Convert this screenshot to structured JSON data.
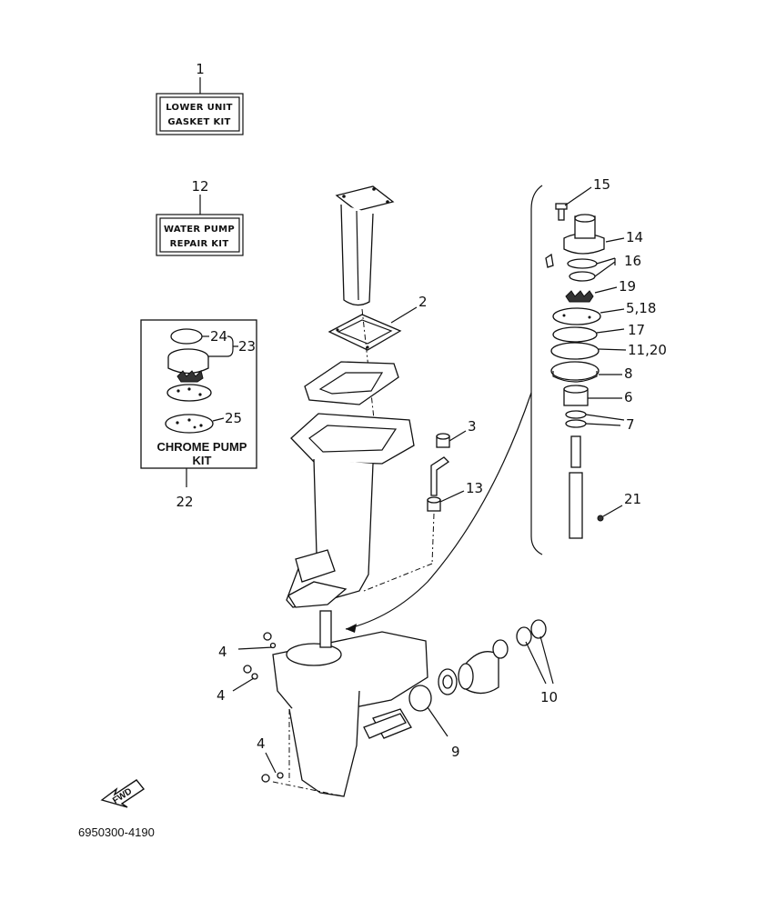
{
  "kits": {
    "lower_unit": {
      "number": "1",
      "line1": "LOWER UNIT",
      "line2": "GASKET KIT"
    },
    "water_pump": {
      "number": "12",
      "line1": "WATER PUMP",
      "line2": "REPAIR KIT"
    },
    "chrome_pump": {
      "number": "22",
      "line1": "CHROME PUMP",
      "line2": "KIT",
      "parts": {
        "p24": "24",
        "p23": "23",
        "p25": "25"
      }
    }
  },
  "callouts": {
    "c2": "2",
    "c3": "3",
    "c13": "13",
    "c4a": "4",
    "c4b": "4",
    "c4c": "4",
    "c9": "9",
    "c10": "10",
    "c15": "15",
    "c14": "14",
    "c16": "16",
    "c19": "19",
    "c5_18": "5,18",
    "c17": "17",
    "c11_20": "11,20",
    "c8": "8",
    "c6": "6",
    "c7": "7",
    "c21": "21"
  },
  "fwd_label": "FWD",
  "diagram_code": "6950300-4190",
  "icons": {
    "fwd_arrow": "fwd-arrow-icon"
  }
}
